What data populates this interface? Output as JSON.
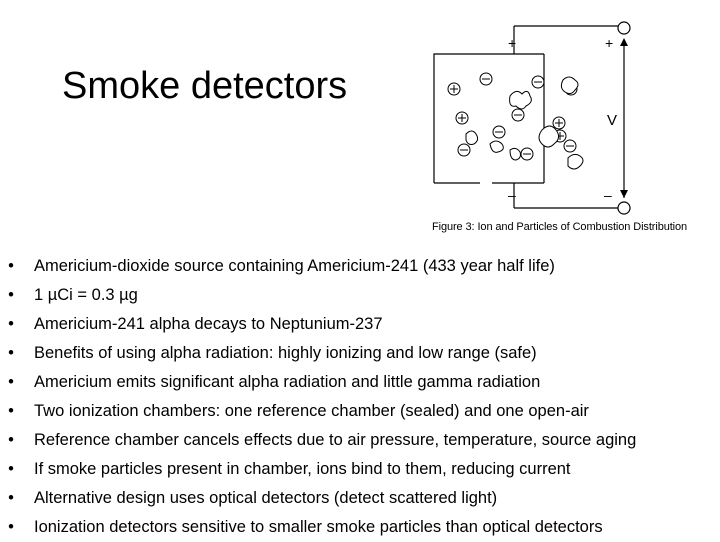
{
  "slide": {
    "title": "Smoke detectors"
  },
  "figure": {
    "caption": "Figure 3: Ion and Particles of Combustion Distribution",
    "label_plus_left": "+",
    "label_plus_right": "+",
    "label_minus_left": "–",
    "label_minus_right": "–",
    "label_v": "V"
  },
  "bullet_glyph": "•",
  "bullets": [
    "Americium-dioxide source containing Americium-241 (433 year half life)",
    "1 µCi = 0.3 µg",
    "Americium-241 alpha decays to Neptunium-237",
    "Benefits of using alpha radiation: highly ionizing and low range (safe)",
    "Americium emits significant alpha radiation and little gamma radiation",
    "Two ionization chambers: one reference chamber (sealed) and one open-air",
    "Reference chamber cancels effects due to air pressure, temperature, source aging",
    "If smoke particles present in chamber, ions bind to them, reducing current",
    "Alternative design uses optical detectors (detect scattered light)",
    "Ionization detectors sensitive to smaller smoke particles than optical detectors"
  ]
}
